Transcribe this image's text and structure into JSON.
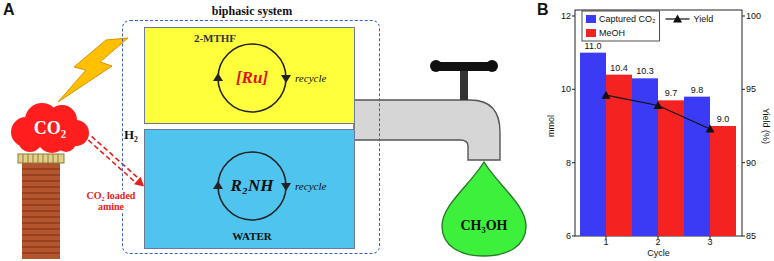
{
  "diagram": {
    "nodes": [
      {
        "text": [
          "biphasic system"
        ]
      },
      {
        "text": [
          "2-MTHF",
          "[Ru]",
          "recycle"
        ],
        "in": 0
      },
      {
        "text": [
          "R₂NH",
          "recycle",
          "WATER"
        ],
        "in": 0
      },
      {
        "text": [
          "CO₂"
        ]
      },
      {
        "text": [
          "CH₃OH"
        ]
      }
    ],
    "edges": [
      {
        "from": 3,
        "to": 2,
        "arrow": "to",
        "label": "CO₂ loaded amine"
      }
    ],
    "labels": [
      "A",
      "H₂",
      "B",
      "12",
      "10",
      "8",
      "6",
      "100",
      "95",
      "90",
      "85",
      "mmol",
      "Yield (%)",
      "1",
      "2",
      "3",
      "Cycle",
      "11.0",
      "10.4",
      "10.3",
      "9.7",
      "9.8",
      "9.0"
    ],
    "legend": [
      {
        "text": "Captured CO₂",
        "color": "#3b3bf5"
      },
      {
        "text": "MeOH",
        "color": "#f52222"
      },
      {
        "text": "Yield"
      }
    ]
  }
}
